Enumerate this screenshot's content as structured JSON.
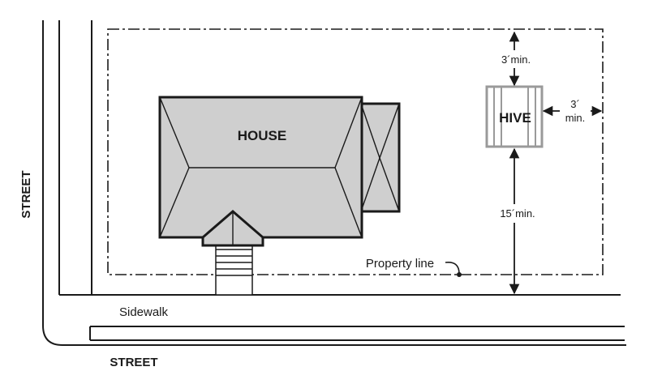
{
  "labels": {
    "street_left": "STREET",
    "street_bottom": "STREET",
    "sidewalk": "Sidewalk",
    "house": "HOUSE",
    "hive": "HIVE",
    "property_line": "Property line",
    "top_clearance": "3´min.",
    "side_clearance_value": "3´",
    "side_clearance_unit": "min.",
    "street_clearance": "15´min."
  },
  "colors": {
    "line": "#1a1a1a",
    "house_fill": "#cfcfcf",
    "hive_stroke": "#9a9a9a",
    "background": "#ffffff"
  }
}
